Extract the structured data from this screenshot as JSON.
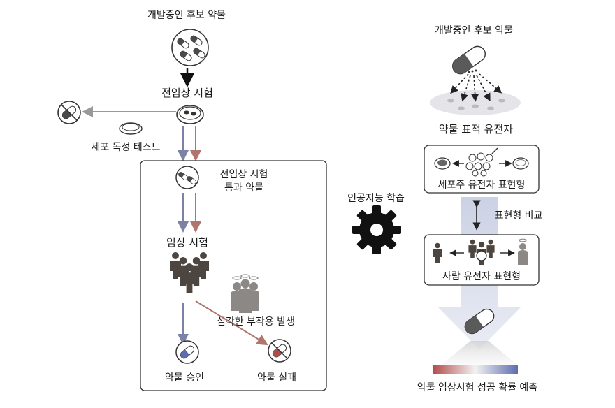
{
  "left": {
    "top_title": "개발중인 후보 약물",
    "preclinical": "전임상 시험",
    "toxicity": "세포 독성 테스트",
    "passed_line1": "전임상 시험",
    "passed_line2": "통과 약물",
    "clinical": "임상 시험",
    "side_effect": "심각한 부작용 발생",
    "approved": "약물 승인",
    "failed": "약물 실패"
  },
  "center": {
    "ai_label": "인공지능 학습",
    "gear_icon": "gear-icon"
  },
  "right": {
    "top_title": "개발중인 후보 약물",
    "target_genes": "약물 표적 유전자",
    "cell_phenotype": "세포주 유전자 표현형",
    "compare": "표현형 비교",
    "human_phenotype": "사람 유전자 표현형",
    "prediction": "약물 임상시험 성공 확률 예측"
  },
  "colors": {
    "arrow_blue": "#7b82a6",
    "arrow_red": "#b0766d",
    "pill_dark": "#5a5a5a",
    "pill_blue": "#5e6cae",
    "pill_red": "#b24b48",
    "people": "#4d4540",
    "ghost": "#8c8886"
  }
}
